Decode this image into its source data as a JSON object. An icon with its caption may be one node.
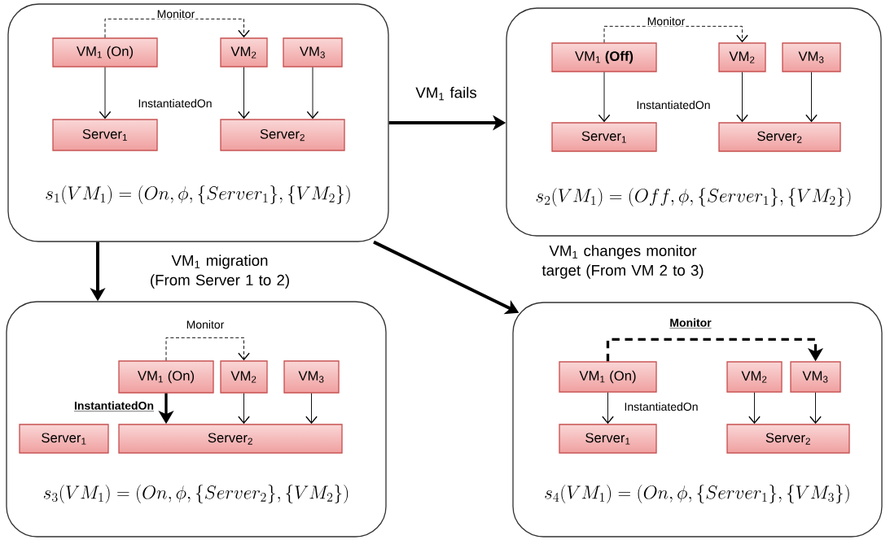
{
  "diagram": {
    "nodes": [
      {
        "text": [
          "s_1(VM_1) = (On, \\phi, \\{Server_1\\}, \\{VM_2\\})"
        ]
      },
      {
        "text": [
          "VM$_{1}$ (On)"
        ],
        "in": 0
      },
      {
        "text": [
          "VM$_{2}$"
        ],
        "in": 0
      },
      {
        "text": [
          "VM$_{3}$"
        ],
        "in": 0
      },
      {
        "text": [
          "Server$_{1}$"
        ],
        "in": 0
      },
      {
        "text": [
          "Server$_{2}$"
        ],
        "in": 0
      },
      {
        "text": [
          "s_2(VM_1) = (Off, \\phi, \\{Server_1\\}, \\{VM_2\\})"
        ]
      },
      {
        "text": [
          "VM$_{1}$ **(Off)**"
        ],
        "in": 6
      },
      {
        "text": [
          "VM$_{2}$"
        ],
        "in": 6
      },
      {
        "text": [
          "VM$_{3}$"
        ],
        "in": 6
      },
      {
        "text": [
          "Server$_{1}$"
        ],
        "in": 6
      },
      {
        "text": [
          "Server$_{2}$"
        ],
        "in": 6
      },
      {
        "text": [
          "s_3(VM_1) = (On, \\phi, \\{Server_2\\}, \\{VM_2\\})"
        ]
      },
      {
        "text": [
          "VM$_{1}$ (On)"
        ],
        "in": 12
      },
      {
        "text": [
          "VM$_{2}$"
        ],
        "in": 12
      },
      {
        "text": [
          "VM$_{3}$"
        ],
        "in": 12
      },
      {
        "text": [
          "Server$_{1}$"
        ],
        "in": 12
      },
      {
        "text": [
          "Server$_{2}$"
        ],
        "in": 12
      },
      {
        "text": [
          "s_4(VM_1) = (On, \\phi, \\{Server_1\\}, \\{VM_3\\})"
        ]
      },
      {
        "text": [
          "VM$_{1}$ (On)"
        ],
        "in": 18
      },
      {
        "text": [
          "VM$_{2}$"
        ],
        "in": 18
      },
      {
        "text": [
          "VM$_{3}$"
        ],
        "in": 18
      },
      {
        "text": [
          "Server$_{1}$"
        ],
        "in": 18
      },
      {
        "text": [
          "Server$_{2}$"
        ],
        "in": 18
      }
    ],
    "edges": [
      {
        "from": 1,
        "to": 2,
        "arrow": "to",
        "style": "dashed",
        "label": "Monitor"
      },
      {
        "from": 1,
        "to": 4,
        "arrow": "to",
        "label": "InstantiatedOn"
      },
      {
        "from": 2,
        "to": 5,
        "arrow": "to"
      },
      {
        "from": 3,
        "to": 5,
        "arrow": "to"
      },
      {
        "from": 7,
        "to": 8,
        "arrow": "to",
        "style": "dashed",
        "label": "Monitor"
      },
      {
        "from": 7,
        "to": 10,
        "arrow": "to",
        "label": "InstantiatedOn"
      },
      {
        "from": 8,
        "to": 11,
        "arrow": "to"
      },
      {
        "from": 9,
        "to": 11,
        "arrow": "to"
      },
      {
        "from": 13,
        "to": 14,
        "arrow": "to",
        "style": "dashed",
        "label": "Monitor"
      },
      {
        "from": 13,
        "to": 17,
        "arrow": "to",
        "style": "thick",
        "label": "InstantiatedOn"
      },
      {
        "from": 14,
        "to": 17,
        "arrow": "to"
      },
      {
        "from": 15,
        "to": 17,
        "arrow": "to"
      },
      {
        "from": 19,
        "to": 21,
        "arrow": "to",
        "style": "dashed",
        "label": "**Monitor**"
      },
      {
        "from": 19,
        "to": 22,
        "arrow": "to",
        "label": "InstantiatedOn"
      },
      {
        "from": 20,
        "to": 23,
        "arrow": "to"
      },
      {
        "from": 21,
        "to": 23,
        "arrow": "to"
      },
      {
        "from": 0,
        "to": 6,
        "arrow": "to",
        "style": "thick",
        "label": "VM$_{1}$ fails"
      },
      {
        "from": 0,
        "to": 12,
        "arrow": "to",
        "style": "thick",
        "label": "VM$_{1}$ migration (From Server 1 to 2)"
      },
      {
        "from": 0,
        "to": 18,
        "arrow": "to",
        "style": "thick",
        "label": "VM$_{1}$ changes monitor target (From VM 2 to 3)"
      }
    ]
  }
}
